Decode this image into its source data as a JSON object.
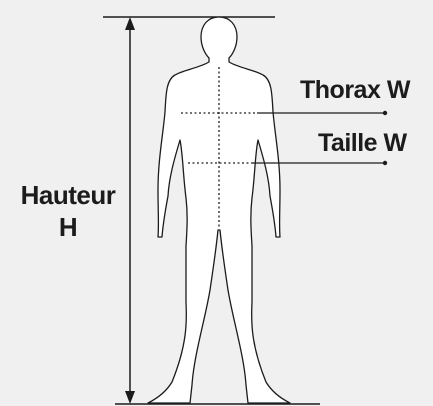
{
  "measurements": {
    "height": {
      "label": "Hauteur",
      "symbol": "H"
    },
    "chest": {
      "label": "Thorax",
      "symbol": "W"
    },
    "waist": {
      "label": "Taille",
      "symbol": "W"
    }
  },
  "colors": {
    "background": "#f0f0f0",
    "line": "#1c1c1c",
    "figure_fill": "#ffffff"
  }
}
